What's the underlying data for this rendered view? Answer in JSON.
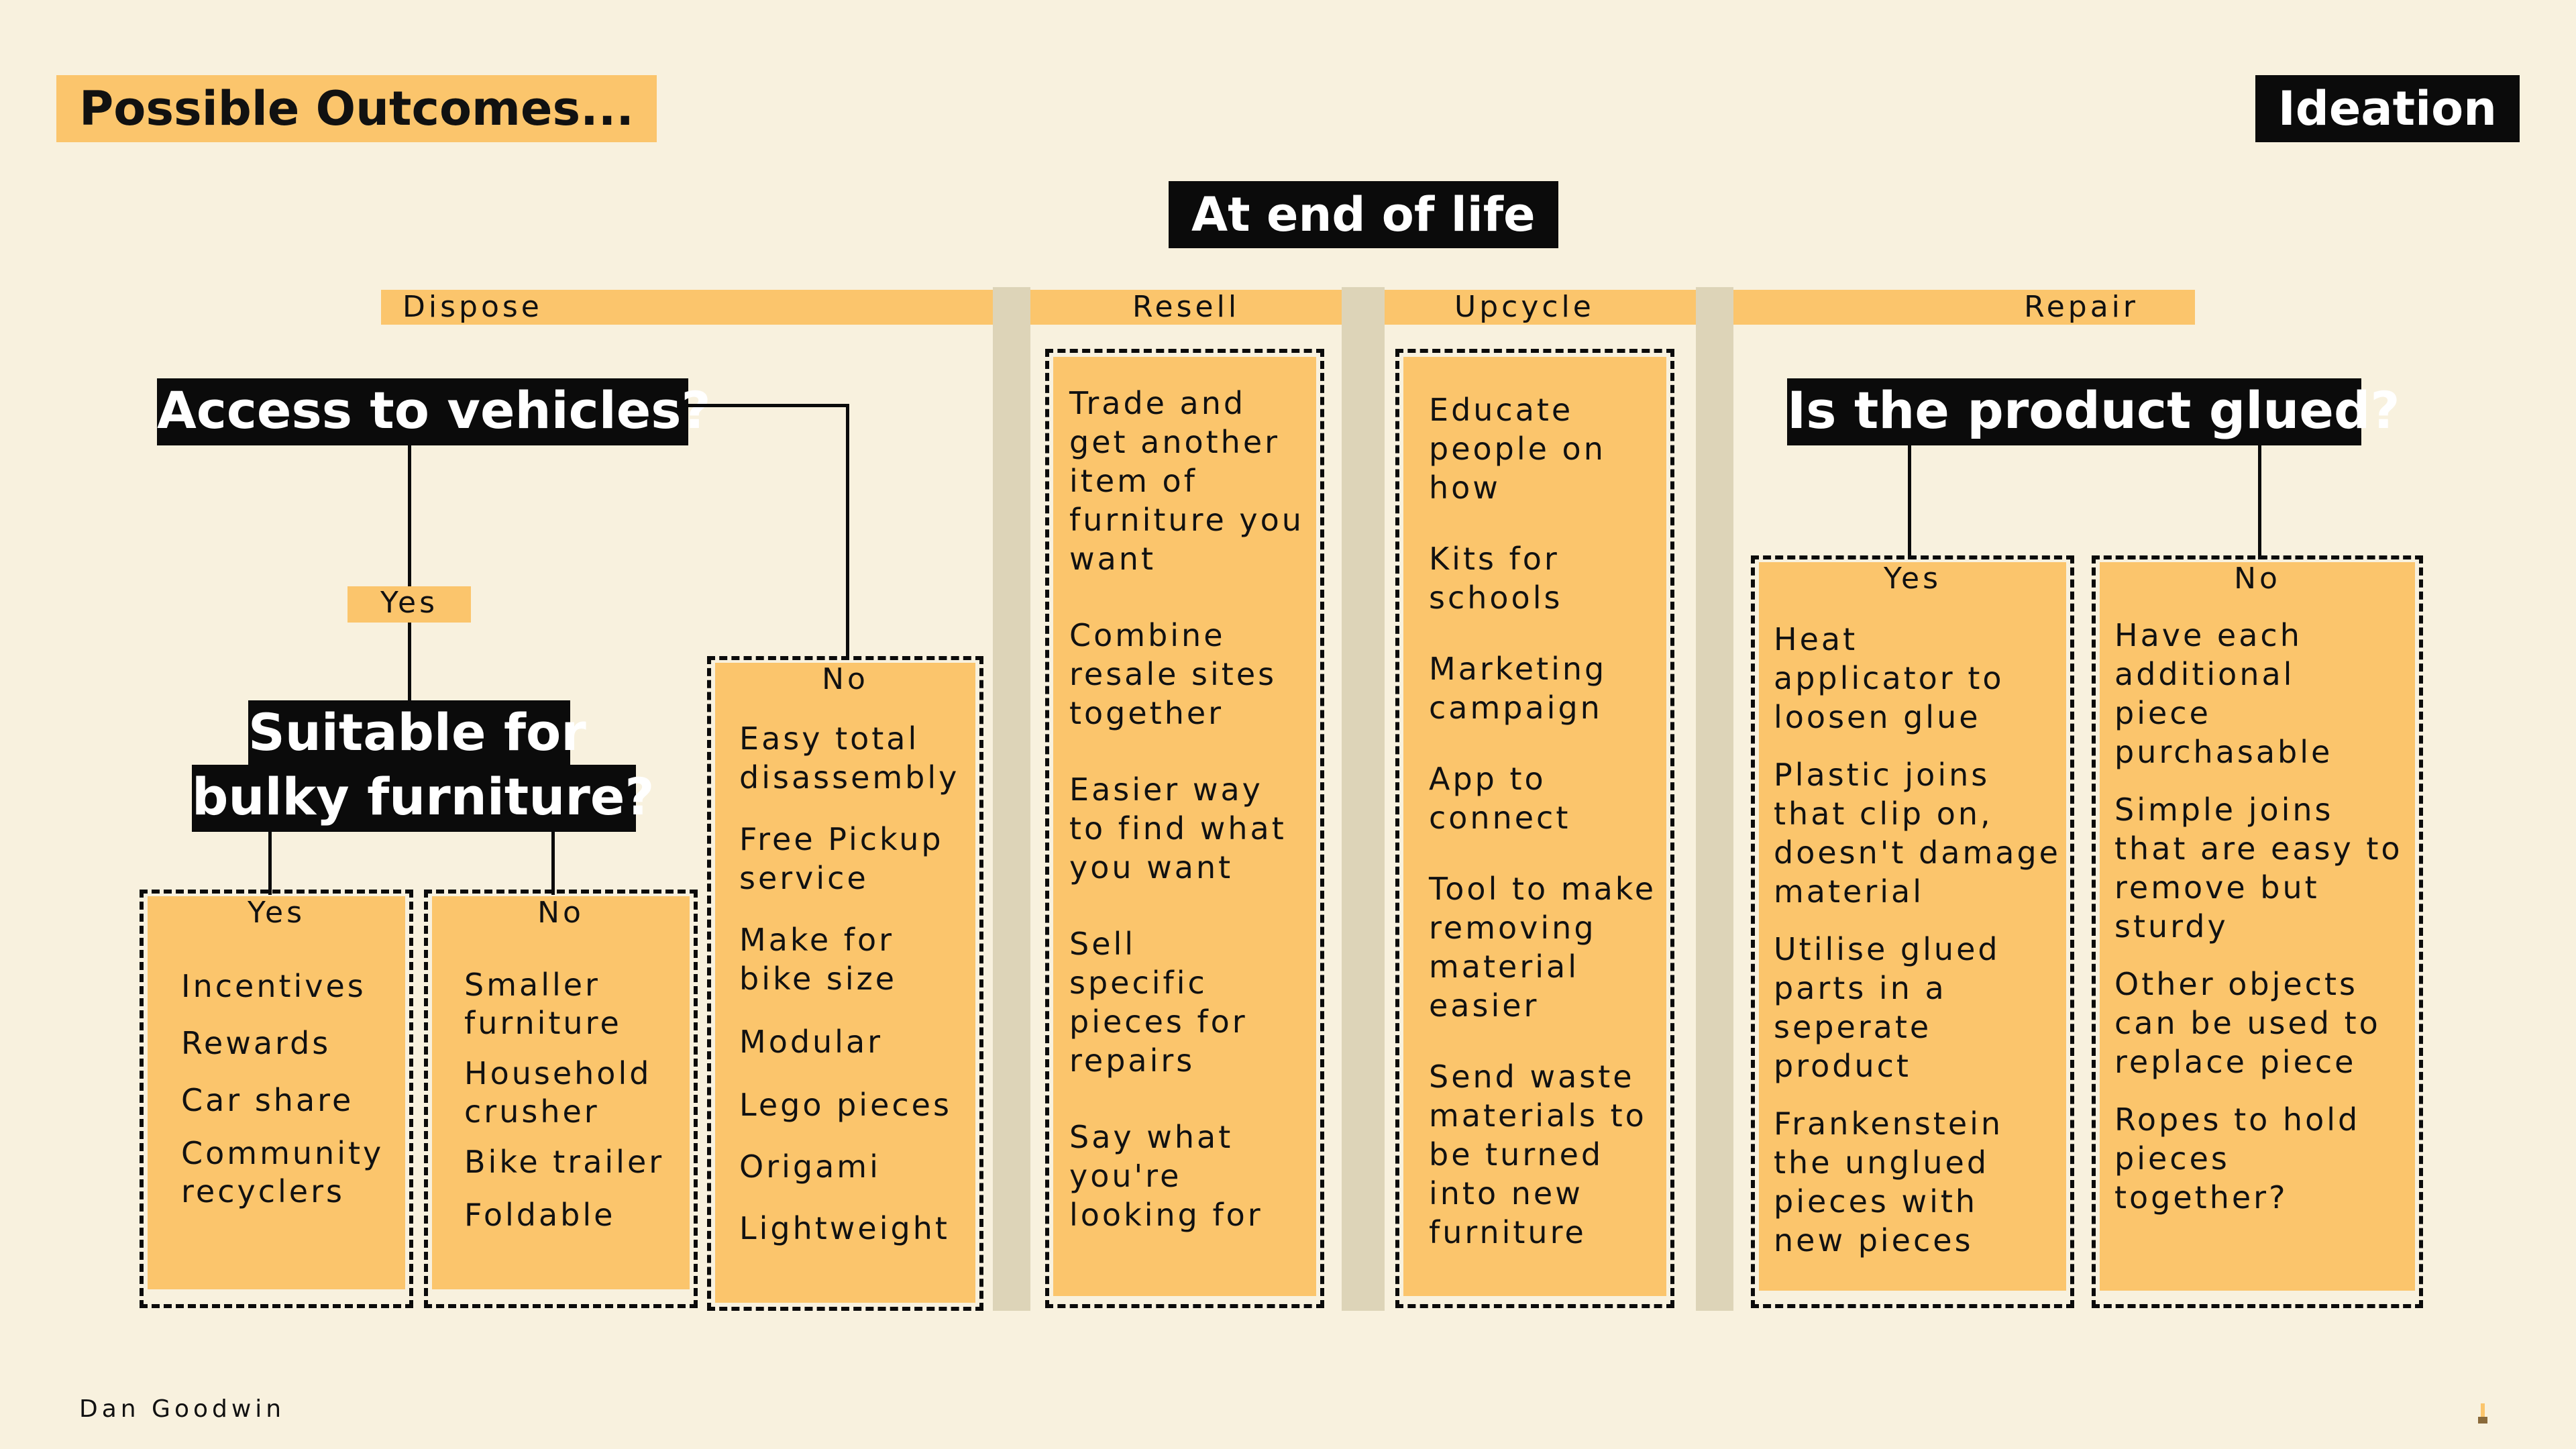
{
  "header": {
    "title": "Possible Outcomes...",
    "section_label": "Ideation",
    "author": "Dan Goodwin"
  },
  "diagram": {
    "root": "At end of life",
    "categories": {
      "dispose": "Dispose",
      "resell": "Resell",
      "upcycle": "Upcycle",
      "repair": "Repair"
    },
    "dispose": {
      "question_vehicles": "Access to vehicles?",
      "yes_label": "Yes",
      "no_label": "No",
      "question_bulky_line1": "Suitable for",
      "question_bulky_line2": "bulky furniture?",
      "bulky_yes_label": "Yes",
      "bulky_no_label": "No",
      "bulky_yes_items": [
        "Incentives",
        "Rewards",
        "Car share",
        "Community recyclers"
      ],
      "bulky_no_items": [
        "Smaller furniture",
        "Household crusher",
        "Bike trailer",
        "Foldable"
      ],
      "no_vehicle_items": [
        "Easy total disassembly",
        "Free Pickup service",
        "Make for bike size",
        "Modular",
        "Lego pieces",
        "Origami",
        "Lightweight"
      ]
    },
    "resell": {
      "items": [
        "Trade and get another item of furniture you want",
        "Combine resale sites together",
        "Easier way to find what you want",
        "Sell specific pieces for repairs",
        "Say what you're looking for"
      ]
    },
    "upcycle": {
      "items": [
        "Educate people on how",
        "Kits for schools",
        "Marketing campaign",
        "App to connect",
        "Tool to make removing material easier",
        "Send waste materials to be turned into new furniture"
      ]
    },
    "repair": {
      "question_glued": "Is the product glued?",
      "yes_label": "Yes",
      "no_label": "No",
      "yes_items": [
        "Heat applicator to loosen glue",
        "Plastic joins that clip on, doesn't damage material",
        "Utilise glued parts in a seperate product",
        "Frankenstein the unglued pieces with new pieces"
      ],
      "no_items": [
        "Have each additional piece purchasable",
        "Simple joins that are easy to remove but sturdy",
        "Other objects can be used to replace piece",
        "Ropes to hold pieces together?"
      ]
    }
  },
  "colors": {
    "background": "#f8f1de",
    "accent": "#fbc56c",
    "dark": "#0b0b0b",
    "separator": "#ddd4b8"
  }
}
